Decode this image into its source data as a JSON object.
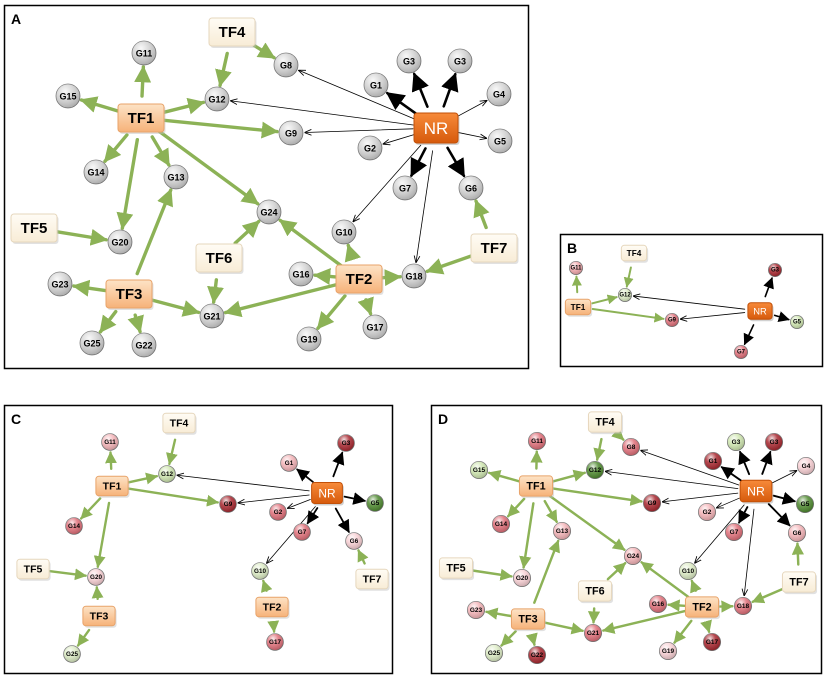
{
  "figure": {
    "panels": [
      {
        "label": "A",
        "scale": 1,
        "tfs": [
          {
            "id": "TF1",
            "label": "TF1"
          },
          {
            "id": "TF2",
            "label": "TF2"
          },
          {
            "id": "TF3",
            "label": "TF3"
          },
          {
            "id": "TF4",
            "label": "TF4"
          },
          {
            "id": "TF5",
            "label": "TF5"
          },
          {
            "id": "TF6",
            "label": "TF6"
          },
          {
            "id": "TF7",
            "label": "TF7"
          }
        ],
        "nr": {
          "id": "NR",
          "label": "NR"
        },
        "genes": [
          {
            "id": "G1",
            "label": "G1",
            "color": "#d4d4d4"
          },
          {
            "id": "G2",
            "label": "G2",
            "color": "#d4d4d4"
          },
          {
            "id": "G3a",
            "label": "G3",
            "color": "#d4d4d4"
          },
          {
            "id": "G3b",
            "label": "G3",
            "color": "#d4d4d4"
          },
          {
            "id": "G4",
            "label": "G4",
            "color": "#d4d4d4"
          },
          {
            "id": "G5",
            "label": "G5",
            "color": "#d4d4d4"
          },
          {
            "id": "G6",
            "label": "G6",
            "color": "#d4d4d4"
          },
          {
            "id": "G7",
            "label": "G7",
            "color": "#d4d4d4"
          },
          {
            "id": "G8",
            "label": "G8",
            "color": "#d4d4d4"
          },
          {
            "id": "G9",
            "label": "G9",
            "color": "#d4d4d4"
          },
          {
            "id": "G10",
            "label": "G10",
            "color": "#d4d4d4"
          },
          {
            "id": "G11",
            "label": "G11",
            "color": "#d4d4d4"
          },
          {
            "id": "G12",
            "label": "G12",
            "color": "#d4d4d4"
          },
          {
            "id": "G13",
            "label": "G13",
            "color": "#d4d4d4"
          },
          {
            "id": "G14",
            "label": "G14",
            "color": "#d4d4d4"
          },
          {
            "id": "G15",
            "label": "G15",
            "color": "#d4d4d4"
          },
          {
            "id": "G16",
            "label": "G16",
            "color": "#d4d4d4"
          },
          {
            "id": "G17",
            "label": "G17",
            "color": "#d4d4d4"
          },
          {
            "id": "G18",
            "label": "G18",
            "color": "#d4d4d4"
          },
          {
            "id": "G19",
            "label": "G19",
            "color": "#d4d4d4"
          },
          {
            "id": "G20",
            "label": "G20",
            "color": "#d4d4d4"
          },
          {
            "id": "G21",
            "label": "G21",
            "color": "#d4d4d4"
          },
          {
            "id": "G22",
            "label": "G22",
            "color": "#d4d4d4"
          },
          {
            "id": "G23",
            "label": "G23",
            "color": "#d4d4d4"
          },
          {
            "id": "G24",
            "label": "G24",
            "color": "#d4d4d4"
          },
          {
            "id": "G25",
            "label": "G25",
            "color": "#d4d4d4"
          }
        ],
        "edges": [
          [
            "TF1",
            "G11"
          ],
          [
            "TF1",
            "G15"
          ],
          [
            "TF1",
            "G12"
          ],
          [
            "TF1",
            "G9"
          ],
          [
            "TF1",
            "G14"
          ],
          [
            "TF1",
            "G13"
          ],
          [
            "TF1",
            "G20"
          ],
          [
            "TF1",
            "G24"
          ],
          [
            "TF4",
            "G8"
          ],
          [
            "TF4",
            "G12"
          ],
          [
            "NR",
            "G8"
          ],
          [
            "NR",
            "G12"
          ],
          [
            "NR",
            "G9"
          ],
          [
            "NR",
            "G1"
          ],
          [
            "NR",
            "G3a"
          ],
          [
            "NR",
            "G3b"
          ],
          [
            "NR",
            "G4"
          ],
          [
            "NR",
            "G5"
          ],
          [
            "NR",
            "G2"
          ],
          [
            "NR",
            "G7"
          ],
          [
            "NR",
            "G6"
          ],
          [
            "NR",
            "G10"
          ],
          [
            "NR",
            "G18"
          ],
          [
            "TF7",
            "G6"
          ],
          [
            "TF7",
            "G18"
          ],
          [
            "TF5",
            "G20"
          ],
          [
            "TF3",
            "G13"
          ],
          [
            "TF3",
            "G23"
          ],
          [
            "TF3",
            "G25"
          ],
          [
            "TF3",
            "G22"
          ],
          [
            "TF3",
            "G21"
          ],
          [
            "TF6",
            "G24"
          ],
          [
            "TF6",
            "G21"
          ],
          [
            "TF2",
            "G24"
          ],
          [
            "TF2",
            "G10"
          ],
          [
            "TF2",
            "G16"
          ],
          [
            "TF2",
            "G18"
          ],
          [
            "TF2",
            "G21"
          ],
          [
            "TF2",
            "G19"
          ],
          [
            "TF2",
            "G17"
          ]
        ]
      },
      {
        "label": "B",
        "scale": 0.55,
        "tfs": [
          {
            "id": "TF1",
            "label": "TF1"
          },
          {
            "id": "TF4",
            "label": "TF4"
          }
        ],
        "nr": {
          "id": "NR",
          "label": "NR"
        },
        "genes": [
          {
            "id": "G11",
            "label": "G11",
            "color": "#f2a8ad"
          },
          {
            "id": "G12",
            "label": "G12",
            "color": "#dcebc4"
          },
          {
            "id": "G9",
            "label": "G9",
            "color": "#e0707a"
          },
          {
            "id": "G3",
            "label": "G3",
            "color": "#a82830"
          },
          {
            "id": "G5",
            "label": "G5",
            "color": "#cfe6b0"
          },
          {
            "id": "G7",
            "label": "G7",
            "color": "#e0707a"
          }
        ],
        "edges": [
          [
            "TF1",
            "G11"
          ],
          [
            "TF1",
            "G12"
          ],
          [
            "TF1",
            "G9"
          ],
          [
            "TF4",
            "G12"
          ],
          [
            "NR",
            "G12"
          ],
          [
            "NR",
            "G9"
          ],
          [
            "NR",
            "G3"
          ],
          [
            "NR",
            "G5"
          ],
          [
            "NR",
            "G7"
          ]
        ]
      },
      {
        "label": "C",
        "scale": 0.7,
        "tfs": [
          {
            "id": "TF1",
            "label": "TF1"
          },
          {
            "id": "TF2",
            "label": "TF2"
          },
          {
            "id": "TF3",
            "label": "TF3"
          },
          {
            "id": "TF4",
            "label": "TF4"
          },
          {
            "id": "TF5",
            "label": "TF5"
          },
          {
            "id": "TF7",
            "label": "TF7"
          }
        ],
        "nr": {
          "id": "NR",
          "label": "NR"
        },
        "genes": [
          {
            "id": "G11",
            "label": "G11",
            "color": "#f4b4b8"
          },
          {
            "id": "G12",
            "label": "G12",
            "color": "#cfe6b0"
          },
          {
            "id": "G14",
            "label": "G14",
            "color": "#e0707a"
          },
          {
            "id": "G9",
            "label": "G9",
            "color": "#a82830"
          },
          {
            "id": "G1",
            "label": "G1",
            "color": "#f4b4b8"
          },
          {
            "id": "G3",
            "label": "G3",
            "color": "#a82830"
          },
          {
            "id": "G2",
            "label": "G2",
            "color": "#e0707a"
          },
          {
            "id": "G7",
            "label": "G7",
            "color": "#e0707a"
          },
          {
            "id": "G5",
            "label": "G5",
            "color": "#4f8a30"
          },
          {
            "id": "G6",
            "label": "G6",
            "color": "#f8d0d4"
          },
          {
            "id": "G10",
            "label": "G10",
            "color": "#dcebc4"
          },
          {
            "id": "G20",
            "label": "G20",
            "color": "#f8d0d4"
          },
          {
            "id": "G25",
            "label": "G25",
            "color": "#dcebc4"
          },
          {
            "id": "G17",
            "label": "G17",
            "color": "#e0707a"
          }
        ],
        "edges": [
          [
            "TF1",
            "G11"
          ],
          [
            "TF1",
            "G12"
          ],
          [
            "TF1",
            "G14"
          ],
          [
            "TF1",
            "G9"
          ],
          [
            "TF1",
            "G20"
          ],
          [
            "TF4",
            "G12"
          ],
          [
            "NR",
            "G12"
          ],
          [
            "NR",
            "G9"
          ],
          [
            "NR",
            "G1"
          ],
          [
            "NR",
            "G3"
          ],
          [
            "NR",
            "G2"
          ],
          [
            "NR",
            "G7"
          ],
          [
            "NR",
            "G5"
          ],
          [
            "NR",
            "G6"
          ],
          [
            "NR",
            "G10"
          ],
          [
            "TF7",
            "G6"
          ],
          [
            "TF5",
            "G20"
          ],
          [
            "TF3",
            "G20"
          ],
          [
            "TF3",
            "G25"
          ],
          [
            "TF2",
            "G10"
          ],
          [
            "TF2",
            "G17"
          ]
        ]
      },
      {
        "label": "D",
        "scale": 0.72,
        "tfs": [
          {
            "id": "TF1",
            "label": "TF1"
          },
          {
            "id": "TF2",
            "label": "TF2"
          },
          {
            "id": "TF3",
            "label": "TF3"
          },
          {
            "id": "TF4",
            "label": "TF4"
          },
          {
            "id": "TF5",
            "label": "TF5"
          },
          {
            "id": "TF6",
            "label": "TF6"
          },
          {
            "id": "TF7",
            "label": "TF7"
          }
        ],
        "nr": {
          "id": "NR",
          "label": "NR"
        },
        "genes": [
          {
            "id": "G11",
            "label": "G11",
            "color": "#e0707a"
          },
          {
            "id": "G15",
            "label": "G15",
            "color": "#cfe6b0"
          },
          {
            "id": "G12",
            "label": "G12",
            "color": "#4f8a30"
          },
          {
            "id": "G8",
            "label": "G8",
            "color": "#e0707a"
          },
          {
            "id": "G9",
            "label": "G9",
            "color": "#a82830"
          },
          {
            "id": "G14",
            "label": "G14",
            "color": "#e0707a"
          },
          {
            "id": "G13",
            "label": "G13",
            "color": "#f4b4b8"
          },
          {
            "id": "G20",
            "label": "G20",
            "color": "#f8d0d4"
          },
          {
            "id": "G24",
            "label": "G24",
            "color": "#f4b4b8"
          },
          {
            "id": "G1",
            "label": "G1",
            "color": "#a82830"
          },
          {
            "id": "G3a",
            "label": "G3",
            "color": "#cfe6b0"
          },
          {
            "id": "G3b",
            "label": "G3",
            "color": "#a82830"
          },
          {
            "id": "G4",
            "label": "G4",
            "color": "#f8d0d4"
          },
          {
            "id": "G5",
            "label": "G5",
            "color": "#4f8a30"
          },
          {
            "id": "G2",
            "label": "G2",
            "color": "#f4b4b8"
          },
          {
            "id": "G7",
            "label": "G7",
            "color": "#e0707a"
          },
          {
            "id": "G6",
            "label": "G6",
            "color": "#f4b4b8"
          },
          {
            "id": "G10",
            "label": "G10",
            "color": "#dcebc4"
          },
          {
            "id": "G18",
            "label": "G18",
            "color": "#e0707a"
          },
          {
            "id": "G16",
            "label": "G16",
            "color": "#e0707a"
          },
          {
            "id": "G17",
            "label": "G17",
            "color": "#a82830"
          },
          {
            "id": "G19",
            "label": "G19",
            "color": "#f8d0d4"
          },
          {
            "id": "G21",
            "label": "G21",
            "color": "#e0707a"
          },
          {
            "id": "G23",
            "label": "G23",
            "color": "#f4b4b8"
          },
          {
            "id": "G25",
            "label": "G25",
            "color": "#dcebc4"
          },
          {
            "id": "G22",
            "label": "G22",
            "color": "#a82830"
          }
        ],
        "edges": [
          [
            "TF1",
            "G11"
          ],
          [
            "TF1",
            "G15"
          ],
          [
            "TF1",
            "G12"
          ],
          [
            "TF1",
            "G9"
          ],
          [
            "TF1",
            "G14"
          ],
          [
            "TF1",
            "G13"
          ],
          [
            "TF1",
            "G20"
          ],
          [
            "TF1",
            "G24"
          ],
          [
            "TF4",
            "G8"
          ],
          [
            "TF4",
            "G12"
          ],
          [
            "NR",
            "G8"
          ],
          [
            "NR",
            "G12"
          ],
          [
            "NR",
            "G9"
          ],
          [
            "NR",
            "G1"
          ],
          [
            "NR",
            "G3a"
          ],
          [
            "NR",
            "G3b"
          ],
          [
            "NR",
            "G4"
          ],
          [
            "NR",
            "G5"
          ],
          [
            "NR",
            "G2"
          ],
          [
            "NR",
            "G7"
          ],
          [
            "NR",
            "G6"
          ],
          [
            "NR",
            "G10"
          ],
          [
            "NR",
            "G18"
          ],
          [
            "TF7",
            "G6"
          ],
          [
            "TF7",
            "G18"
          ],
          [
            "TF5",
            "G20"
          ],
          [
            "TF3",
            "G13"
          ],
          [
            "TF3",
            "G23"
          ],
          [
            "TF3",
            "G25"
          ],
          [
            "TF3",
            "G22"
          ],
          [
            "TF3",
            "G21"
          ],
          [
            "TF6",
            "G24"
          ],
          [
            "TF6",
            "G21"
          ],
          [
            "TF2",
            "G24"
          ],
          [
            "TF2",
            "G10"
          ],
          [
            "TF2",
            "G16"
          ],
          [
            "TF2",
            "G18"
          ],
          [
            "TF2",
            "G21"
          ],
          [
            "TF2",
            "G19"
          ],
          [
            "TF2",
            "G17"
          ]
        ]
      }
    ]
  }
}
